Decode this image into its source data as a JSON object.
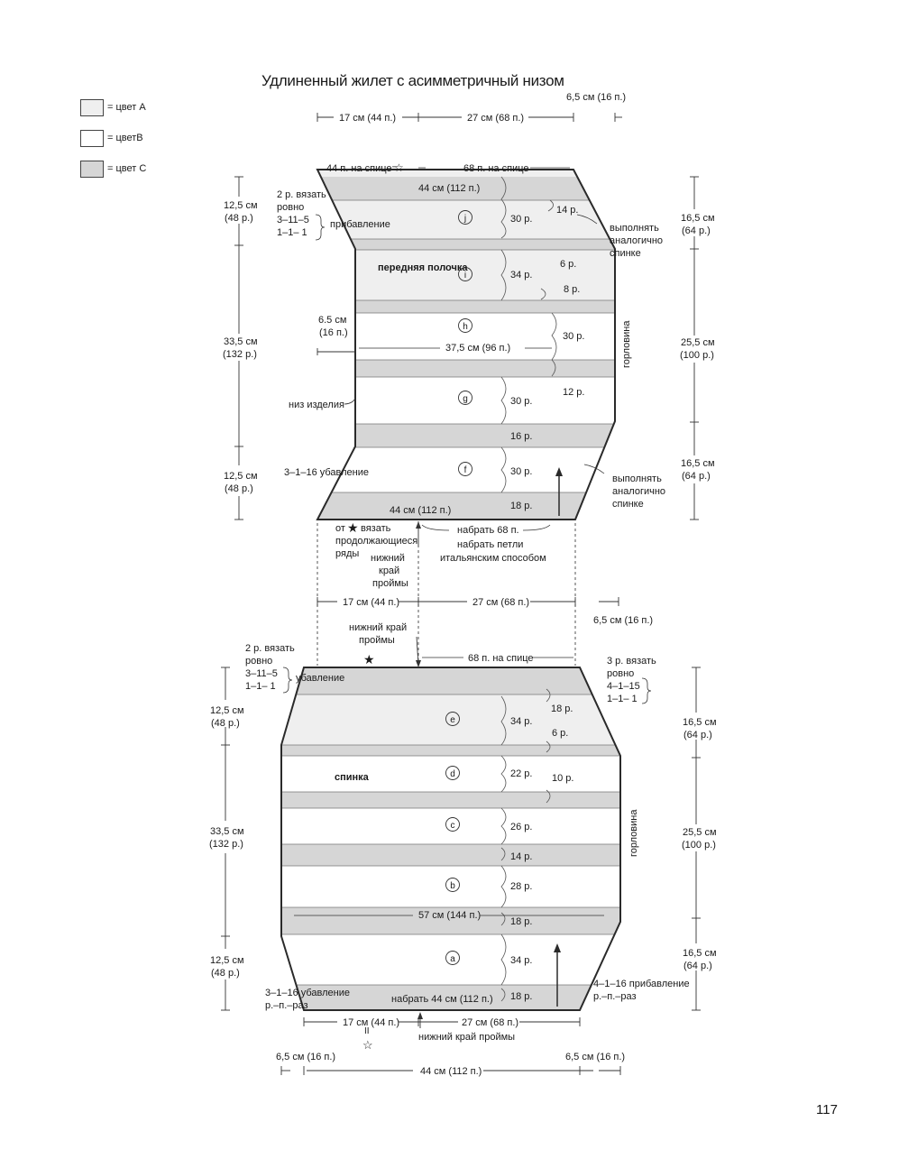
{
  "title": "Удлиненный жилет с асимметричный низом",
  "page_number": "117",
  "colors": {
    "A": "#efefef",
    "B": "#ffffff",
    "C": "#d6d6d6",
    "outline": "#2a2a2a"
  },
  "legend": [
    {
      "label": "= цвет А",
      "color": "#efefef"
    },
    {
      "label": "= цветВ",
      "color": "#ffffff"
    },
    {
      "label": "= цвет С",
      "color": "#d6d6d6"
    }
  ],
  "front": {
    "name": "передняя полочка",
    "top_17cm": "17 см (44 п.)",
    "top_27cm": "27 см (68 п.)",
    "top_65cm": "6,5 см (16 п.)",
    "st44_needle": "44 п. на спице=",
    "st68_needle": "68 п. на спице",
    "width_top": "44 см (112 п.)",
    "width_mid": "37,5 см (96 п.)",
    "width_bottom": "44 см (112 п.)",
    "left_65": "6.5 см",
    "left_16": "(16 п.)",
    "l_125a": "12,5 см",
    "l_48a": "(48 р.)",
    "l_335": "33,5 см",
    "l_132": "(132 р.)",
    "l_125b": "12,5 см",
    "l_48b": "(48 р.)",
    "r_165a": "16,5 см",
    "r_64a": "(64 р.)",
    "r_255": "25,5 см",
    "r_100": "(100 р.)",
    "r_165b": "16,5 см",
    "r_64b": "(64 р.)",
    "inc_1": "2 р. вязать",
    "inc_2": "ровно",
    "inc_3": "3–11–5",
    "inc_4": "1–1– 1",
    "inc_label": "прибавление",
    "same_back_1": "выполнять",
    "same_back_2": "аналогично",
    "same_back_3": "спинке",
    "neck": "горловина",
    "bottom_edge": "низ изделия",
    "dec_label": "3–1–16 убавление",
    "sections": [
      {
        "letter": "j",
        "rows": "30 р."
      },
      {
        "letter": "i",
        "rows": "34 р."
      },
      {
        "letter": "h",
        "rows": "30 р."
      },
      {
        "letter": "g",
        "rows": "30 р."
      },
      {
        "letter": "f",
        "rows": "30 р."
      }
    ],
    "r14": "14 р.",
    "r6": "6 р.",
    "r8": "8 р.",
    "r12": "12 р.",
    "r16": "16 р.",
    "r18": "18 р.",
    "from_star_1": "от",
    "from_star_2": "вязать",
    "from_star_3": "продолжающиеся",
    "from_star_4": "ряды",
    "armhole_1": "нижний",
    "armhole_2": "край",
    "armhole_3": "проймы",
    "cast_1": "набрать 68 п.",
    "cast_2": "набрать петли",
    "cast_3": "итальянским способом"
  },
  "back": {
    "name": "спинка",
    "top_17cm": "17 см (44 п.)",
    "top_27cm": "27 см (68 п.)",
    "top_65cm": "6,5  см (16 п.)",
    "armhole_1": "нижний край",
    "armhole_2": "проймы",
    "st68_needle": "68 п. на спице",
    "dec_1": "2 р. вязать",
    "dec_2": "ровно",
    "dec_3": "3–11–5",
    "dec_4": "1–1– 1",
    "dec_label": "убавление",
    "rdec_1": "3 р. вязать",
    "rdec_2": "ровно",
    "rdec_3": "4–1–15",
    "rdec_4": "1–1– 1",
    "l_125a": "12,5 см",
    "l_48a": "(48 р.)",
    "l_335": "33,5 см",
    "l_132": "(132 р.)",
    "l_125b": "12,5 см",
    "l_48b": "(48 р.)",
    "r_165a": "16,5 см",
    "r_64a": "(64 р.)",
    "r_255": "25,5 см",
    "r_100": "(100 р.)",
    "r_165b": "16,5 см",
    "r_64b": "(64 р.)",
    "neck": "горловина",
    "width_57": "57 см (144 п.)",
    "sections": [
      {
        "letter": "e",
        "rows": "34 р."
      },
      {
        "letter": "d",
        "rows": "22 р."
      },
      {
        "letter": "c",
        "rows": "26 р."
      },
      {
        "letter": "b",
        "rows": "28 р."
      },
      {
        "letter": "a",
        "rows": "34 р."
      }
    ],
    "r18a": "18 р.",
    "r6": "6 р.",
    "r10": "10 р.",
    "r14": "14 р.",
    "r18b": "18 р.",
    "r18c": "18 р.",
    "ldec_1": "3–1–16 убавление",
    "ldec_2": "р.–п.–раз",
    "rinc_1": "4–1–16 прибавление",
    "rinc_2": "р.–п.–раз",
    "cast_on": "набрать 44 см (112 п.)",
    "bot_17": "17 см (44 п.)",
    "bot_27": "27 см (68 п.)",
    "bot_armhole": "нижний край проймы",
    "bot_65l": "6,5  см (16 п.)",
    "bot_65r": "6,5  см (16 п.)",
    "bot_44": "44 см (112 п.)"
  }
}
